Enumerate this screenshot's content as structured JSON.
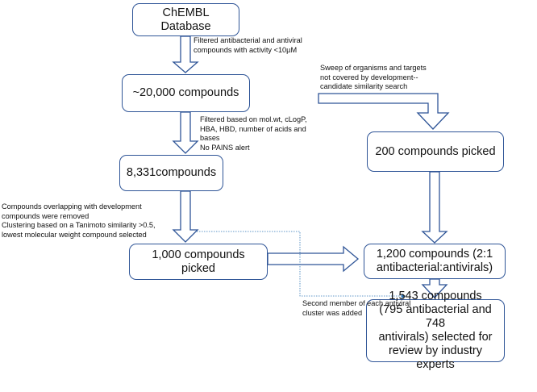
{
  "boxes": {
    "chembl": "ChEMBL Database",
    "c20000": "~20,000 compounds",
    "c8331": "8,331compounds",
    "c1000": "1,000 compounds\npicked",
    "c200": "200 compounds picked",
    "c1200": "1,200 compounds (2:1\nantibacterial:antivirals)",
    "c1543": "1,543 compounds\n(795 antibacterial and 748\nantivirals) selected for\nreview by industry experts"
  },
  "notes": {
    "filter_activity": "Filtered antibacterial and antiviral\ncompounds with activity <10µM",
    "filter_props": "Filtered based on mol.wt, cLogP,\nHBA, HBD, number of acids and\nbases\nNo PAINS alert",
    "overlap": "Compounds overlapping with development\ncompounds were removed\nClustering based on a Tanimoto similarity >0.5,\nlowest molecular weight compound selected",
    "sweep": "Sweep of organisms and targets\nnot covered by development--\ncandidate similarity search",
    "second_member": "Second member of each antiviral\ncluster was added"
  },
  "colors": {
    "border": "#2f5597",
    "dotted": "#2e75b6"
  }
}
